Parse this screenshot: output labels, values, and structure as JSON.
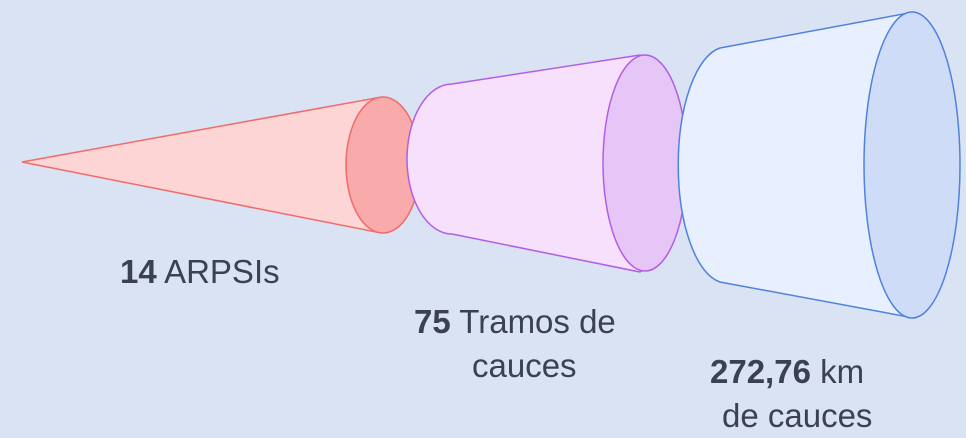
{
  "segments": [
    {
      "number": "14",
      "text": "ARPSIs",
      "color": "#f47c7c"
    },
    {
      "number": "75",
      "text": "Tramos de",
      "text_line2": "cauces",
      "color": "#b066e0"
    },
    {
      "number": "272,76",
      "text": "km",
      "text_line2": "de cauces",
      "color": "#5b8ad6"
    }
  ]
}
